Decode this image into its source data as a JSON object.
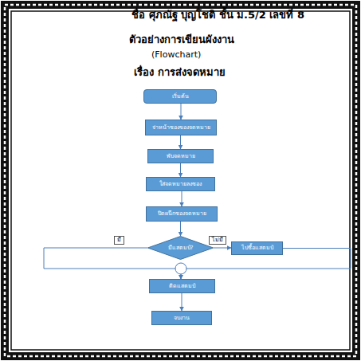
{
  "diagram": {
    "title": "ตัวอย่างการเขียนผังงาน",
    "nodes": [
      {
        "text": [
          "เริ่มต้น"
        ]
      },
      {
        "text": [
          "จ่าหน้าซองของจดหมาย"
        ]
      },
      {
        "text": [
          "พับจดหมาย"
        ]
      },
      {
        "text": [
          "ใส่จดหมายลงซอง"
        ]
      },
      {
        "text": [
          "ปิดผนึกซองจดหมาย"
        ]
      },
      {
        "text": [
          "มีแสตมป์?"
        ]
      },
      {
        "text": [
          "ไปซื้อแสตมป์"
        ]
      },
      {
        "text": [
          "ติดแสตมป์"
        ]
      },
      {
        "text": [
          "จบงาน"
        ]
      }
    ],
    "edges": [
      {
        "from": 0,
        "to": 1,
        "arrow": "to"
      },
      {
        "from": 1,
        "to": 2,
        "arrow": "to"
      },
      {
        "from": 2,
        "to": 3,
        "arrow": "to"
      },
      {
        "from": 3,
        "to": 4,
        "arrow": "to"
      },
      {
        "from": 4,
        "to": 5,
        "arrow": "to"
      },
      {
        "from": 5,
        "to": 7,
        "label": "มี",
        "arrow": "to"
      },
      {
        "from": 5,
        "to": 6,
        "label": "ไม่มี",
        "arrow": "to"
      },
      {
        "from": 6,
        "to": 7,
        "arrow": "to"
      },
      {
        "from": 7,
        "to": 8,
        "arrow": "to"
      }
    ],
    "labels": [
      "ชื่อ ศุภณัฐ บุญโชติ ชั้น ม.5/2 เลขที่ 8",
      "(Flowchart)",
      "เรื่อง การส่งจดหมาย"
    ]
  }
}
